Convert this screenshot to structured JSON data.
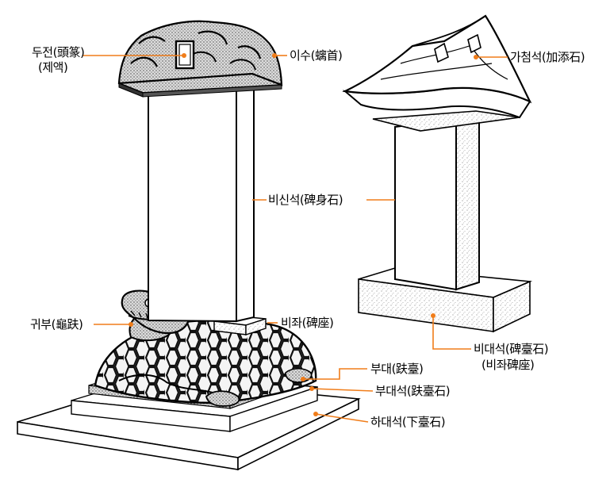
{
  "labels": {
    "dujeon": "두전(頭篆)",
    "dujeon_sub": "(제액)",
    "isu": "이수(螭首)",
    "gacheom": "가첨석(加添石)",
    "bisin": "비신석(碑身石)",
    "bijwa": "비좌(碑座)",
    "gwibu": "귀부(龜趺)",
    "bidae": "비대석(碑臺石)",
    "bidae_sub": "(비좌碑座)",
    "budae": "부대(趺臺)",
    "budaeseok": "부대석(趺臺石)",
    "hadae": "하대석(下臺石)"
  },
  "colors": {
    "leader": "#f07d1a",
    "ink": "#000000",
    "stone_fill": "#ffffff",
    "speckle": "#9a9a9a"
  }
}
